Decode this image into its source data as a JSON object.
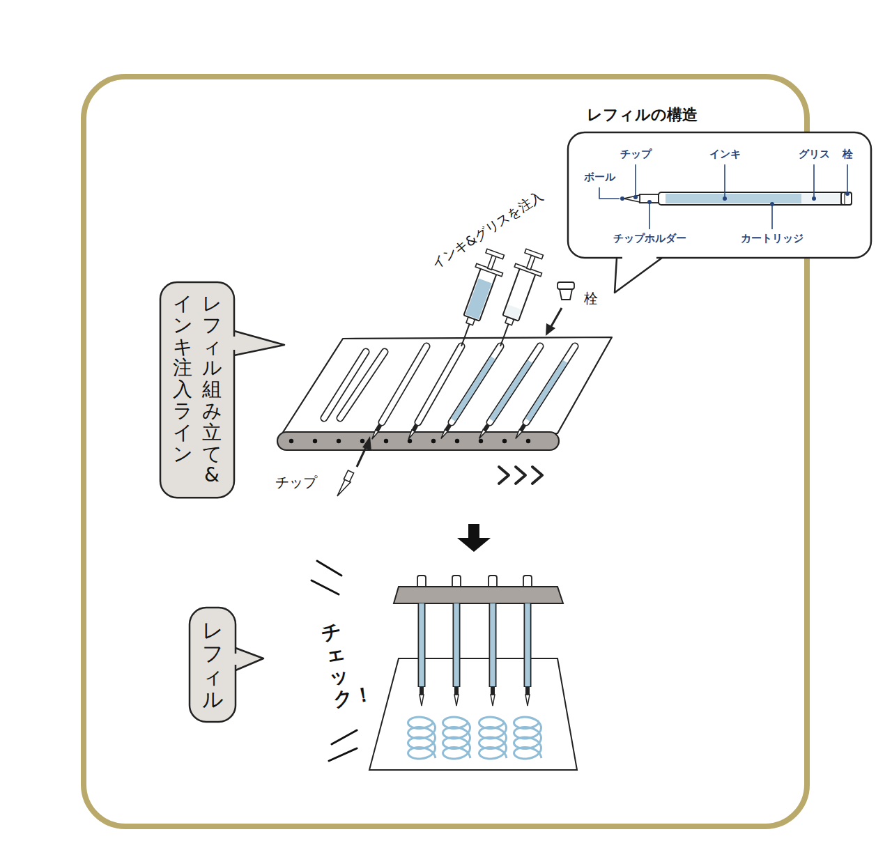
{
  "diagram": {
    "nodes": [
      {
        "text": [
          "レフィルの構造"
        ]
      },
      {
        "text": [
          "レフィル組み立て&",
          "インキ注入ライン"
        ]
      },
      {
        "text": [
          "レフィル"
        ]
      }
    ],
    "labels": [
      "チップ",
      "インキ",
      "グリス",
      "栓",
      "ボール",
      "チップホルダー",
      "カートリッジ",
      "インキ&グリスを注入",
      "栓",
      "チップ",
      "チェック！"
    ]
  }
}
